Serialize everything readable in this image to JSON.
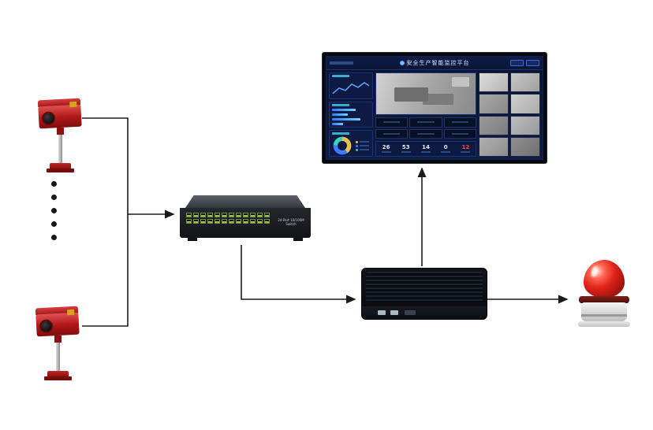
{
  "dashboard": {
    "title": "安全生产智能监控平台",
    "stats": [
      {
        "value": "26"
      },
      {
        "value": "53"
      },
      {
        "value": "14"
      },
      {
        "value": "0"
      },
      {
        "value": "12"
      }
    ]
  },
  "switch": {
    "label": "24-Port 10/100M Switch",
    "rows": 2,
    "ports_per_row": 12
  },
  "colors": {
    "camera_red": "#c41c1c",
    "port_green": "#9fc24e",
    "screen_bg": "#0b1738",
    "accent_blue": "#2f7bff",
    "accent_cyan": "#3fc9e8",
    "alert_red": "#ff4343",
    "alarm_red": "#e0231a",
    "connector_black": "#1b1b1b"
  }
}
